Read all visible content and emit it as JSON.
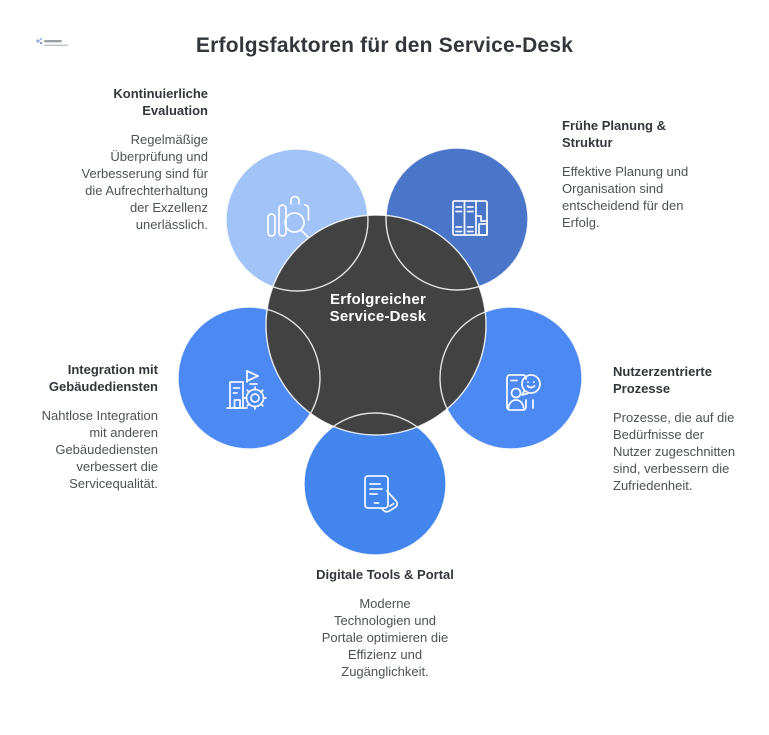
{
  "page": {
    "title": "Erfolgsfaktoren für den Service-Desk"
  },
  "center": {
    "label": "Erfolgreicher\nService-Desk",
    "color": "#424242"
  },
  "nodes": [
    {
      "id": "kontinuierliche-evaluation",
      "heading": "Kontinuierliche\nEvaluation",
      "body": "Regelmäßige\nÜberprüfung und\nVerbesserung sind für\ndie Aufrechterhaltung\nder Exzellenz\nunerlässlich.",
      "color": "#a2c3f8",
      "icon": "bar-chart-magnifier-icon"
    },
    {
      "id": "fruehe-planung-struktur",
      "heading": "Frühe Planung &\nStruktur",
      "body": "Effektive Planung und\nOrganisation sind\nentscheidend für den\nErfolg.",
      "color": "#4a76c9",
      "icon": "shelf-organizer-icon"
    },
    {
      "id": "integration-gebaeudedienste",
      "heading": "Integration mit\nGebäudediensten",
      "body": "Nahtlose Integration\nmit anderen\nGebäudediensten\nverbessert die\nServicequalität.",
      "color": "#4d89f2",
      "icon": "building-gear-icon"
    },
    {
      "id": "nutzerzentrierte-prozesse",
      "heading": "Nutzerzentrierte\nProzesse",
      "body": "Prozesse, die auf die\nBedürfnisse der\nNutzer zugeschnitten\nsind, verbessern die\nZufriedenheit.",
      "color": "#4d89f2",
      "icon": "phone-feedback-icon"
    },
    {
      "id": "digitale-tools-portal",
      "heading": "Digitale Tools & Portal",
      "body": "Moderne\nTechnologien und\nPortale optimieren die\nEffizienz und\nZugänglichkeit.",
      "color": "#4285ec",
      "icon": "tablet-hand-icon"
    }
  ]
}
